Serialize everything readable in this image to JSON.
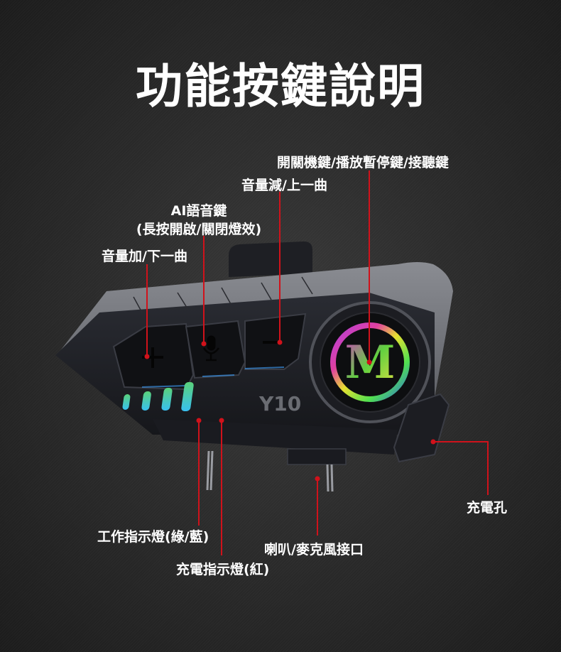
{
  "title": "功能按鍵說明",
  "device": {
    "model_label": "Y10",
    "logo_letter": "M",
    "buttons": {
      "plus": "+",
      "minus": "−"
    },
    "indicator_colors": [
      "#3fd0e8",
      "#3bc6ee",
      "#45c8e0",
      "#4fd27a"
    ]
  },
  "callouts": {
    "power_play_answer": "開關機鍵/播放暫停鍵/接聽鍵",
    "volume_down_prev": "音量減/上一曲",
    "ai_voice_line1": "AI語音鍵",
    "ai_voice_line2": "(長按開啟/關閉燈效)",
    "volume_up_next": "音量加/下一曲",
    "charging_port": "充電孔",
    "work_indicator": "工作指示燈(綠/藍)",
    "speaker_mic_port": "喇叭/麥克風接口",
    "charge_indicator": "充電指示燈(紅)"
  },
  "colors": {
    "callout_line": "#d0121b",
    "text": "#ffffff",
    "background": "#2c2c2c"
  }
}
